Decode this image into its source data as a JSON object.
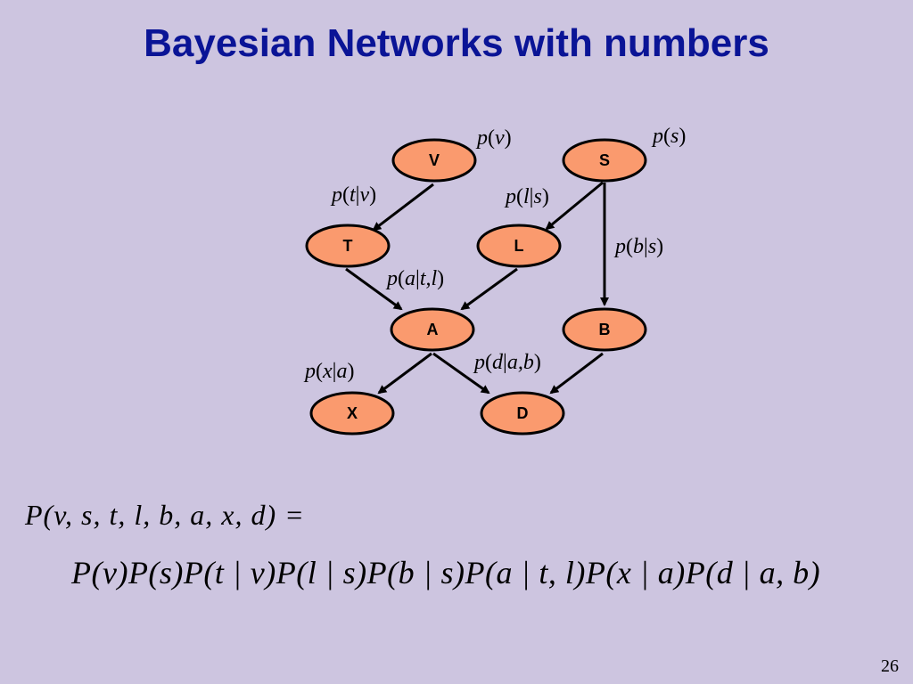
{
  "slide": {
    "title": "Bayesian Networks with numbers",
    "page_number": "26",
    "background_color": "#cdc5e0",
    "title_color": "#0a1496"
  },
  "diagram": {
    "node_fill": "#fa9a6e",
    "nodes": {
      "V": {
        "label": "V"
      },
      "S": {
        "label": "S"
      },
      "T": {
        "label": "T"
      },
      "L": {
        "label": "L"
      },
      "A": {
        "label": "A"
      },
      "B": {
        "label": "B"
      },
      "X": {
        "label": "X"
      },
      "D": {
        "label": "D"
      }
    },
    "edges": [
      {
        "from": "V",
        "to": "T"
      },
      {
        "from": "S",
        "to": "L"
      },
      {
        "from": "S",
        "to": "B"
      },
      {
        "from": "T",
        "to": "A"
      },
      {
        "from": "L",
        "to": "A"
      },
      {
        "from": "A",
        "to": "X"
      },
      {
        "from": "A",
        "to": "D"
      },
      {
        "from": "B",
        "to": "D"
      }
    ],
    "labels": {
      "pv": {
        "p": "p",
        "open": "(",
        "var": "v",
        "close": ")"
      },
      "ps": {
        "p": "p",
        "open": "(",
        "var": "s",
        "close": ")"
      },
      "ptv": {
        "p": "p",
        "open": "(",
        "var": "t",
        "bar": "|",
        "given": "v",
        "close": ")"
      },
      "pls": {
        "p": "p",
        "open": "(",
        "var": "l",
        "bar": "|",
        "given": "s",
        "close": ")"
      },
      "pbs": {
        "p": "p",
        "open": "(",
        "var": "b",
        "bar": "|",
        "given": "s",
        "close": ")"
      },
      "patl": {
        "p": "p",
        "open": "(",
        "var": "a",
        "bar": "|",
        "given": "t,l",
        "close": ")"
      },
      "pxa": {
        "p": "p",
        "open": "(",
        "var": "x",
        "bar": "|",
        "given": "a",
        "close": ")"
      },
      "pdab": {
        "p": "p",
        "open": "(",
        "var": "d",
        "bar": "|",
        "given": "a,b",
        "close": ")"
      }
    }
  },
  "equation": {
    "line1": "P(v, s, t, l, b, a, x, d) =",
    "line2": "P(v)P(s)P(t | v)P(l | s)P(b | s)P(a | t, l)P(x | a)P(d | a, b)"
  }
}
